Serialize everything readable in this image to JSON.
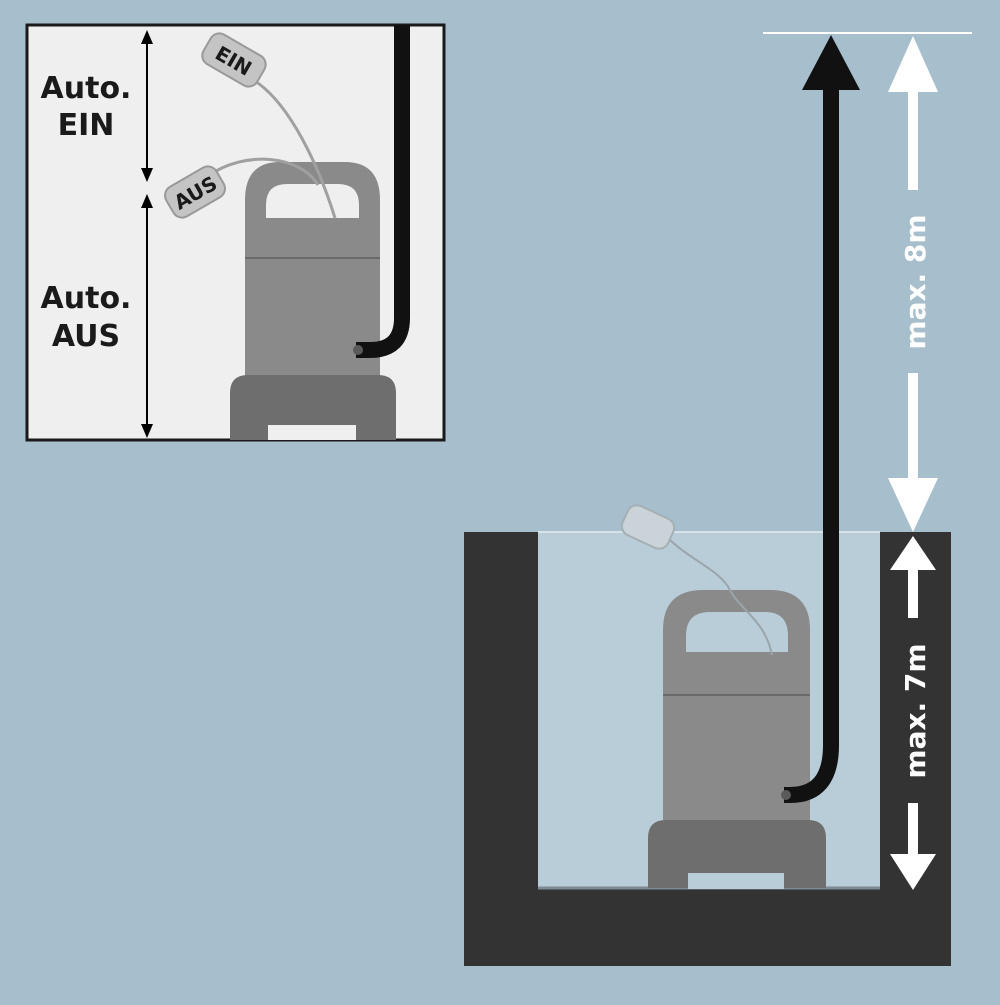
{
  "colors": {
    "background": "#a7bfcc",
    "inset_panel": "#efefef",
    "pump_body": "#8a8a8a",
    "pump_base": "#6e6e6e",
    "shaft_wall": "#333333",
    "water": "#b9cdd9",
    "hose": "#111111",
    "float_switch": "#c4c4c4"
  },
  "inset": {
    "zone_on_line1": "Auto.",
    "zone_on_line2": "EIN",
    "zone_off_line1": "Auto.",
    "zone_off_line2": "AUS",
    "float_on_label": "EIN",
    "float_off_label": "AUS"
  },
  "main": {
    "max_delivery_height": "max. 8m",
    "max_immersion_depth": "max. 7m"
  },
  "icons": {
    "pump": "submersible-pump-icon",
    "float": "float-switch-icon",
    "hose": "discharge-hose",
    "arrow": "dimension-arrow"
  }
}
